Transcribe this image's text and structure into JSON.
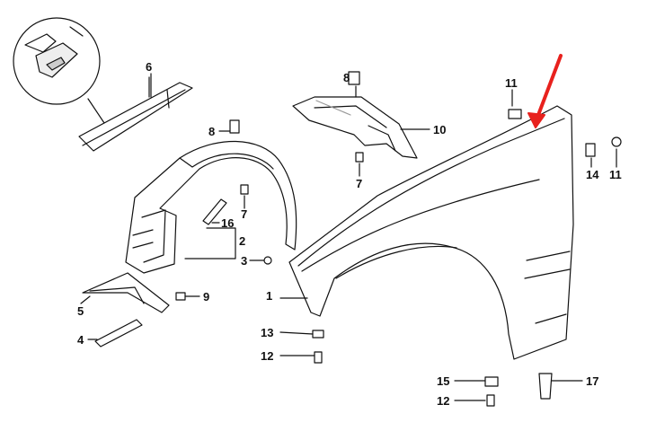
{
  "diagram": {
    "labels": {
      "p1": "1",
      "p2": "2",
      "p3": "3",
      "p4": "4",
      "p5": "5",
      "p6": "6",
      "p7a": "7",
      "p7b": "7",
      "p8a": "8",
      "p8b": "8",
      "p9": "9",
      "p10": "10",
      "p11a": "11",
      "p11b": "11",
      "p12a": "12",
      "p12b": "12",
      "p13": "13",
      "p14": "14",
      "p15": "15",
      "p16": "16",
      "p17": "17"
    },
    "colors": {
      "line": "#111111",
      "arrow": "#e8211d",
      "fill": "#ffffff",
      "shade": "#d8d8d8"
    }
  }
}
